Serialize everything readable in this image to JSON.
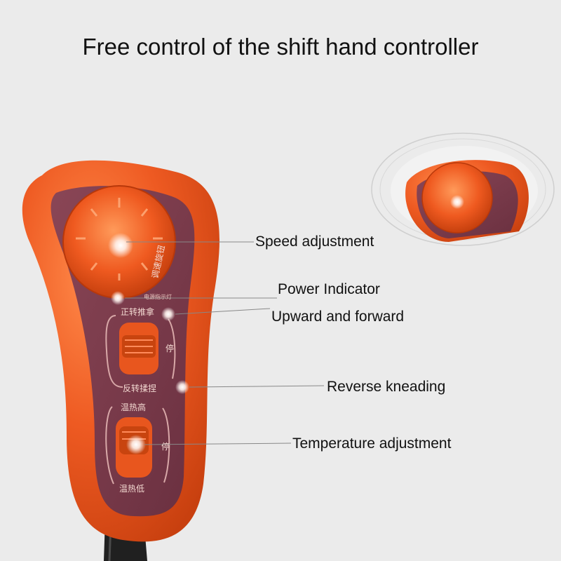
{
  "title": "Free control of the shift hand controller",
  "callouts": {
    "speed": "Speed adjustment",
    "power": "Power Indicator",
    "upward": "Upward and forward",
    "reverse": "Reverse kneading",
    "temperature": "Temperature adjustment"
  },
  "device_labels": {
    "speed_knob": "调速旋钮",
    "power_light": "电源指示灯",
    "forward_push": "正转推拿",
    "stop": "停",
    "reverse_knead": "反转揉捏",
    "heat_high": "温热高",
    "heat_low": "温热低"
  },
  "colors": {
    "body_orange": "#e8501c",
    "panel_purple": "#7a3a4a",
    "background": "#ebebeb"
  }
}
